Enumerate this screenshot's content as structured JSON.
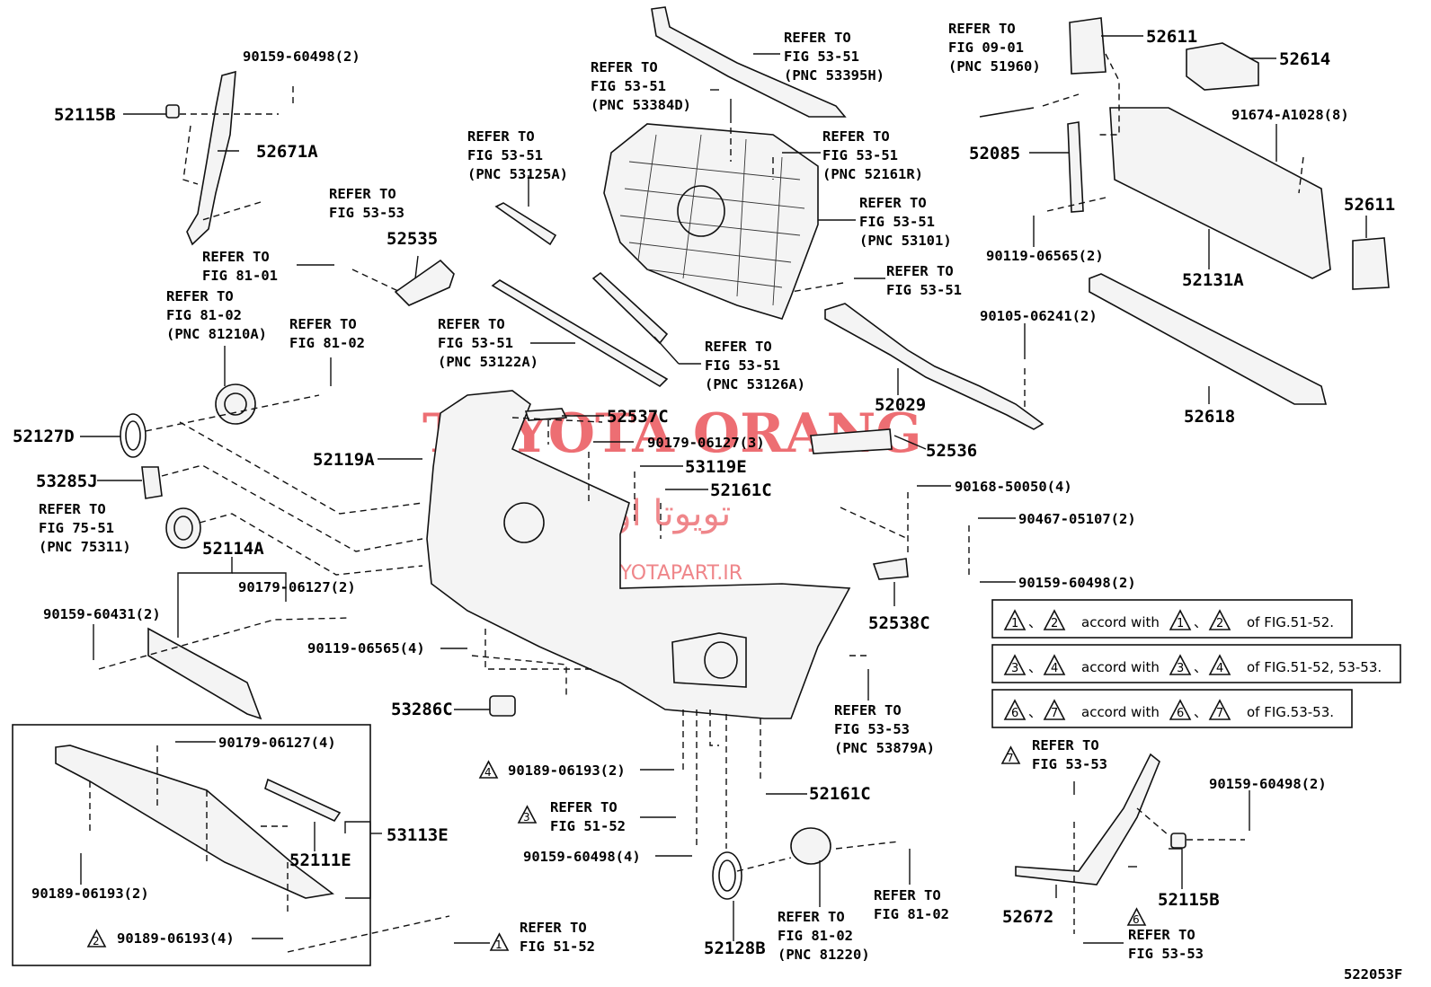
{
  "watermark": {
    "main": "TOYOTA ORANG",
    "persian": "تویوتا اورنگ",
    "site": "TOYOTAPART.IR"
  },
  "figure_code": "522053F",
  "part_numbers": {
    "p52115B_top": "52115B",
    "p52671A": "52671A",
    "p52535": "52535",
    "p52127D": "52127D",
    "p53285J": "53285J",
    "p52114A": "52114A",
    "p52119A": "52119A",
    "p52537C": "52537C",
    "p53119E": "53119E",
    "p52161C_a": "52161C",
    "p52029": "52029",
    "p52536": "52536",
    "p52538C": "52538C",
    "p53286C": "53286C",
    "p52161C_b": "52161C",
    "p52128B": "52128B",
    "p53113E": "53113E",
    "p52111E": "52111E",
    "p52611_a": "52611",
    "p52614": "52614",
    "p52085": "52085",
    "p52611_b": "52611",
    "p52131A": "52131A",
    "p52618": "52618",
    "p52672": "52672",
    "p52115B_bot": "52115B"
  },
  "fasteners": {
    "f1": "90159-60498(2)",
    "f2": "90179-06127(3)",
    "f3": "90168-50050(4)",
    "f4": "90467-05107(2)",
    "f5": "90159-60498(2)",
    "f6": "90179-06127(2)",
    "f7": "90159-60431(2)",
    "f8": "90119-06565(4)",
    "f9": "90179-06127(4)",
    "f10": "90189-06193(2)",
    "f11": "90189-06193(4)",
    "f12": "90189-06193(2)",
    "f13": "90159-60498(4)",
    "f14": "91674-A1028(8)",
    "f15": "90119-06565(2)",
    "f16": "90105-06241(2)",
    "f17": "90159-60498(2)"
  },
  "references": {
    "r1": [
      "REFER TO",
      "FIG 53-53"
    ],
    "r2": [
      "REFER TO",
      "FIG 81-01"
    ],
    "r3": [
      "REFER TO",
      "FIG 81-02",
      "(PNC 81210A)"
    ],
    "r4": [
      "REFER TO",
      "FIG 81-02"
    ],
    "r5": [
      "REFER TO",
      "FIG 75-51",
      "(PNC 75311)"
    ],
    "r6": [
      "REFER TO",
      "FIG 53-51",
      "(PNC 53125A)"
    ],
    "r7": [
      "REFER TO",
      "FIG 53-51",
      "(PNC 53384D)"
    ],
    "r8": [
      "REFER TO",
      "FIG 53-51",
      "(PNC 53395H)"
    ],
    "r9": [
      "REFER TO",
      "FIG 53-51",
      "(PNC 52161R)"
    ],
    "r10": [
      "REFER TO",
      "FIG 53-51",
      "(PNC 53101)"
    ],
    "r11": [
      "REFER TO",
      "FIG 53-51"
    ],
    "r12": [
      "REFER TO",
      "FIG 53-51",
      "(PNC 53122A)"
    ],
    "r13": [
      "REFER TO",
      "FIG 53-51",
      "(PNC 53126A)"
    ],
    "r14": [
      "REFER TO",
      "FIG 09-01",
      "(PNC 51960)"
    ],
    "r15": [
      "REFER TO",
      "FIG 53-53",
      "(PNC 53879A)"
    ],
    "r16": [
      "REFER TO",
      "FIG 51-52"
    ],
    "r17": [
      "REFER TO",
      "FIG 81-02",
      "(PNC 81220)"
    ],
    "r18": [
      "REFER TO",
      "FIG 81-02"
    ],
    "r19": [
      "REFER TO",
      "FIG 51-52"
    ],
    "r20": [
      "REFER TO",
      "FIG 53-53"
    ],
    "r21": [
      "REFER TO",
      "FIG 53-53"
    ]
  },
  "note_rows": [
    {
      "a": "1",
      "b": "2",
      "text": "accord with",
      "c": "1",
      "d": "2",
      "tail": "of FIG.51-52."
    },
    {
      "a": "3",
      "b": "4",
      "text": "accord with",
      "c": "3",
      "d": "4",
      "tail": "of FIG.51-52, 53-53."
    },
    {
      "a": "6",
      "b": "7",
      "text": "accord with",
      "c": "6",
      "d": "7",
      "tail": "of FIG.53-53."
    }
  ],
  "marks": {
    "m4": "4",
    "m3": "3",
    "m2": "2",
    "m1": "1",
    "m7": "7",
    "m6": "6"
  }
}
